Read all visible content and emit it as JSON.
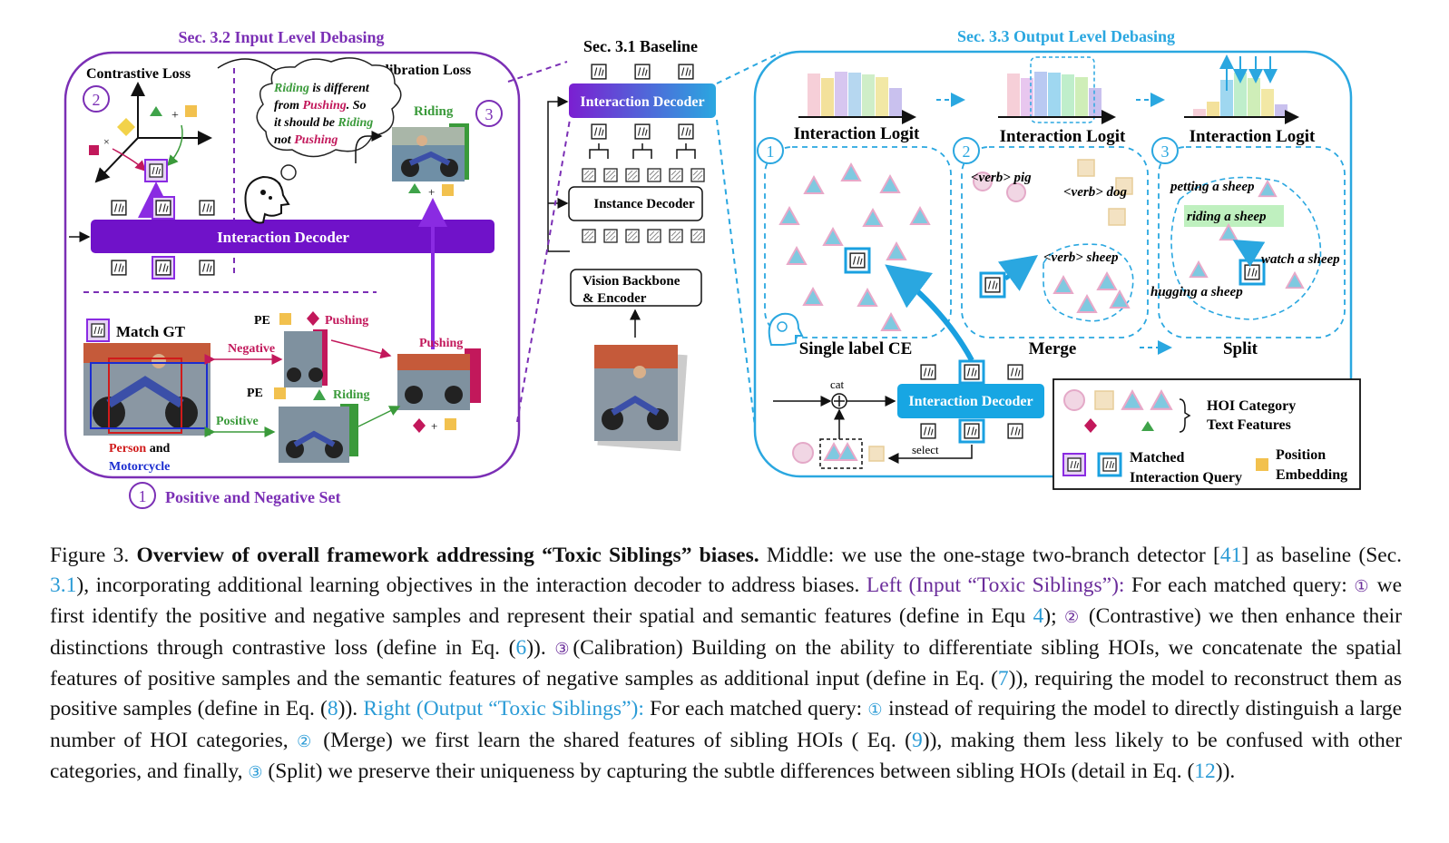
{
  "figure": {
    "left": {
      "title": "Sec. 3.2  Input Level Debasing",
      "contrastive_loss": "Contrastive Loss",
      "calibration_loss": "Calibration Loss",
      "num2": "2",
      "num3": "3",
      "num1": "1",
      "thought_line1_word": "Riding",
      "thought_line1_rest": " is different",
      "thought_line2_a": "from ",
      "thought_line2_word": "Pushing",
      "thought_line2_b": ". So",
      "thought_line3_a": "it should be ",
      "thought_line3_word": "Riding",
      "thought_line4_a": "not ",
      "thought_line4_word": "Pushing",
      "riding_label": "Riding",
      "interaction_decoder": "Interaction Decoder",
      "match_gt": "Match GT",
      "pe1": "PE",
      "pushing1": "Pushing",
      "negative": "Negative",
      "pushing2": "Pushing",
      "pe2": "PE",
      "riding2": "Riding",
      "positive": "Positive",
      "person": "Person",
      "and": " and",
      "motorcycle": "Motorcycle",
      "bottom_title": "Positive and Negative Set",
      "plus": "+",
      "times": "×"
    },
    "middle": {
      "title": "Sec. 3.1  Baseline",
      "interaction_decoder": "Interaction Decoder",
      "instance_decoder": "Instance Decoder",
      "vision_line1": "Vision Backbone",
      "vision_line2": "& Encoder"
    },
    "right": {
      "title": "Sec. 3.3  Output Level Debasing",
      "logit1": "Interaction Logit",
      "logit2": "Interaction Logit",
      "logit3": "Interaction Logit",
      "num1": "1",
      "num2": "2",
      "num3": "3",
      "verb_pig": "<verb> pig",
      "verb_dog": "<verb> dog",
      "verb_sheep": "<verb> sheep",
      "petting": "petting a sheep",
      "riding_sheep": "riding a sheep",
      "watch": "watch a sheep",
      "hugging": "hugging a sheep",
      "single_label": "Single label CE",
      "merge": "Merge",
      "split": "Split",
      "cat": "cat",
      "select": "select",
      "interaction_decoder": "Interaction Decoder",
      "legend_hoi_1": "HOI Category",
      "legend_hoi_2": "Text Features",
      "legend_matched_1": "Matched",
      "legend_matched_2": "Interaction Query",
      "legend_pos_1": "Position",
      "legend_pos_2": "Embedding"
    },
    "colors": {
      "purple": "#6a1fb5",
      "blue": "#2aa7e0",
      "dark_purple": "#5b2a8c",
      "magenta": "#c2185b",
      "green": "#3a9a3a",
      "tan": "#e8c260"
    }
  },
  "caption": {
    "fig_label": "Figure 3. ",
    "bold_title": "Overview of overall framework addressing “Toxic Siblings” biases.",
    "s1": " Middle:  we use the one-stage two-branch detector [",
    "ref41": "41",
    "s2": "] as baseline (Sec. ",
    "ref31": "3.1",
    "s3": "), incorporating additional learning objectives in the interaction decoder to address biases. ",
    "left_label": "Left (Input “Toxic Siblings”):",
    "s4": " For each matched query: ",
    "c1": "①",
    "s5": " we first identify the positive and negative samples and represent their spatial and semantic features (define in Equ ",
    "ref4": "4",
    "s6": "); ",
    "c2": "②",
    "s7": " (Contrastive) we then enhance their distinctions through contrastive loss (define in Eq. (",
    "ref6": "6",
    "s8": ")).  ",
    "c3": "③",
    "s9": "(Calibration) Building on the ability to differentiate sibling HOIs, we concatenate the spatial features of positive samples and the semantic features of negative samples as additional input (define in Eq. (",
    "ref7": "7",
    "s10": ")), requiring the model to reconstruct them as positive samples (define in Eq. (",
    "ref8": "8",
    "s11": ")). ",
    "right_label": "Right (Output “Toxic Siblings”):",
    "s12": " For each matched query: ",
    "c4": "①",
    "s13": " instead of requiring the model to directly distinguish a large number of HOI categories, ",
    "c5": "②",
    "s14": " (Merge) we first learn the shared features of sibling HOIs ( Eq. (",
    "ref9": "9",
    "s15": ")), making them less likely to be confused with other categories, and finally, ",
    "c6": "③",
    "s16": " (Split) we preserve their uniqueness by capturing the subtle differences between sibling HOIs (detail in Eq. (",
    "ref12": "12",
    "s17": "))."
  }
}
